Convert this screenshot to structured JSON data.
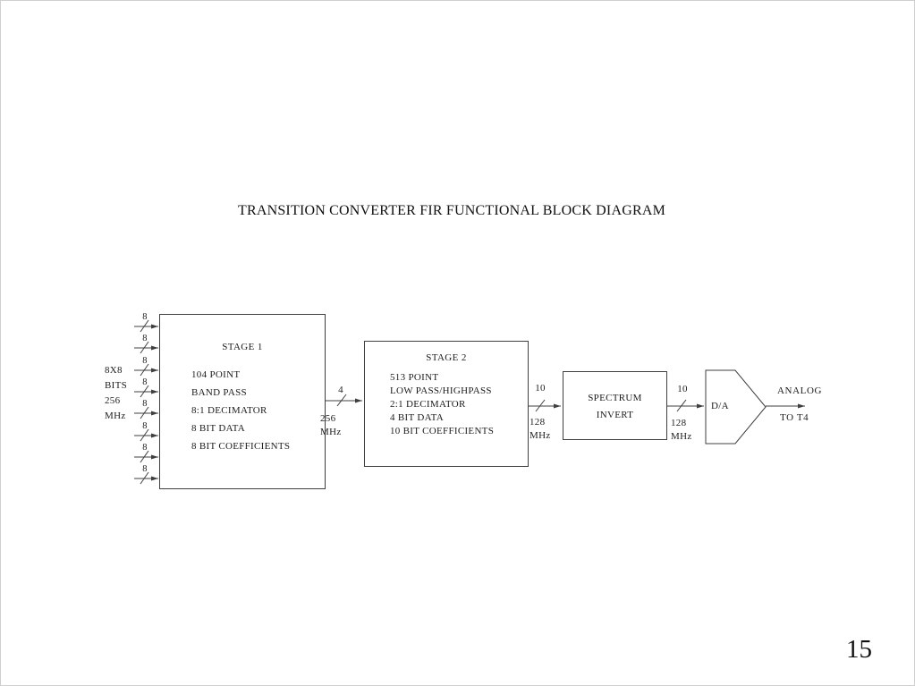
{
  "slide": {
    "title": "TRANSITION CONVERTER FIR FUNCTIONAL BLOCK DIAGRAM",
    "page_number": "15"
  },
  "input_bus": {
    "label_lines": [
      "8X8",
      "BITS",
      "256",
      "MHz"
    ],
    "line_width_label": "8",
    "line_count": 8
  },
  "stage1": {
    "title": "STAGE 1",
    "lines": [
      "104 POINT",
      "BAND PASS",
      "8:1 DECIMATOR",
      "8 BIT DATA",
      "8 BIT COEFFICIENTS"
    ]
  },
  "bus_stage1_stage2": {
    "width_label": "4",
    "rate_line1": "256",
    "rate_line2": "MHz"
  },
  "stage2": {
    "title": "STAGE 2",
    "lines": [
      "513 POINT",
      "LOW PASS/HIGHPASS",
      "2:1 DECIMATOR",
      "4 BIT DATA",
      "10 BIT COEFFICIENTS"
    ]
  },
  "bus_stage2_spectrum": {
    "width_label": "10",
    "rate_line1": "128",
    "rate_line2": "MHz"
  },
  "spectrum_invert": {
    "line1": "SPECTRUM",
    "line2": "INVERT"
  },
  "bus_spectrum_dac": {
    "width_label": "10",
    "rate_line1": "128",
    "rate_line2": "MHz"
  },
  "dac": {
    "label": "D/A"
  },
  "output": {
    "line1": "ANALOG",
    "line2": "TO T4"
  },
  "colors": {
    "line": "#3f3f3f",
    "text": "#1c1c1c",
    "background": "#ffffff",
    "slide_border": "#cfcfcf"
  }
}
